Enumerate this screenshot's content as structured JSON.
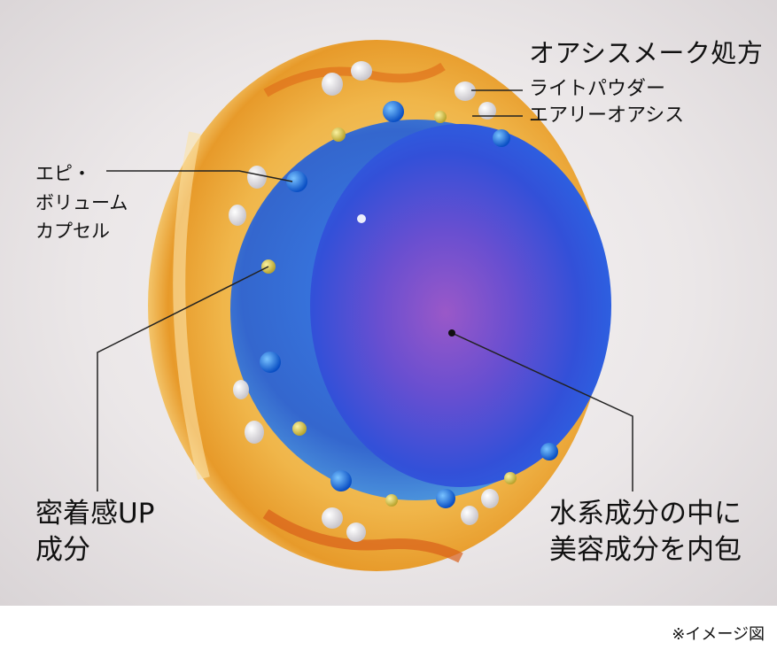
{
  "labels": {
    "formula_title": "オアシスメーク処方",
    "light_powder": "ライトパウダー",
    "airy_oasis": "エアリーオアシス",
    "epi_volume": "エピ・\nボリューム\nカプセル",
    "adhesion": "密着感UP\n成分",
    "inner": "水系成分の中に\n美容成分を内包"
  },
  "caption": "※イメージ図",
  "colors": {
    "background": "#ebe7e8",
    "outer_shell": "#f0b64a",
    "middle_layer": "#2b66d8",
    "core": "#7a4fc6",
    "leader_line": "#222222"
  }
}
